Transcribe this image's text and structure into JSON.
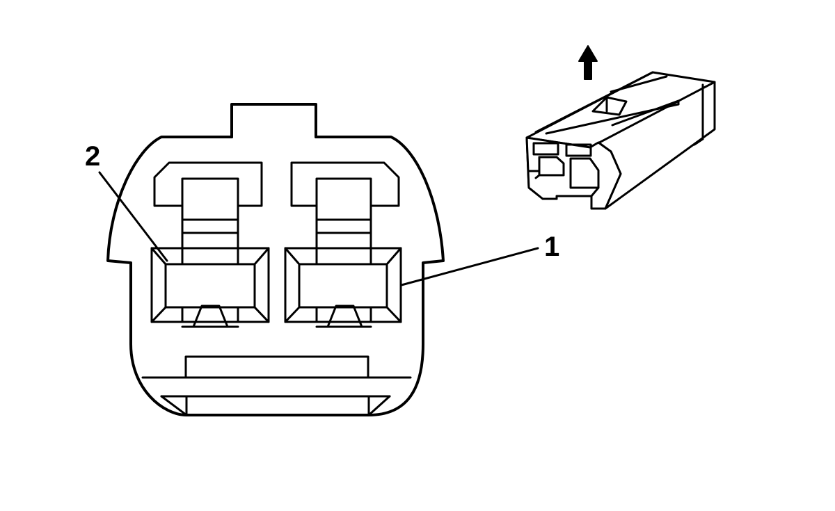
{
  "callouts": [
    {
      "id": "callout-2",
      "label": "2"
    },
    {
      "id": "callout-1",
      "label": "1"
    }
  ],
  "icons": {
    "direction_arrow": "up-arrow-icon"
  }
}
